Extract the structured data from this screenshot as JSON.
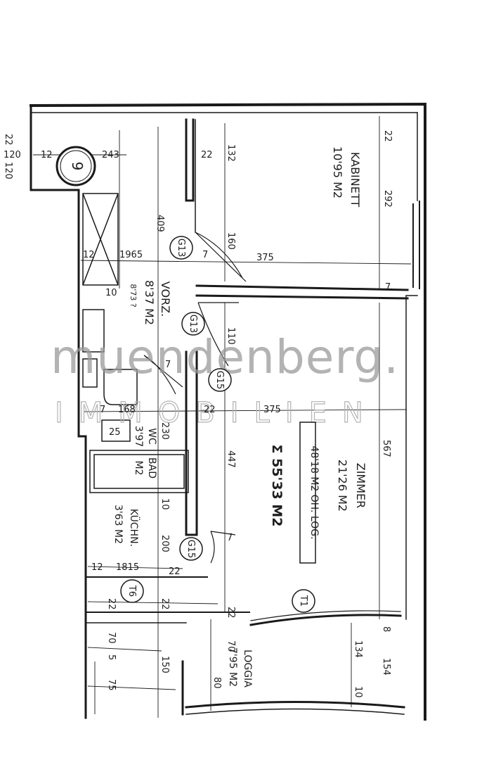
{
  "watermark": {
    "line1": "muendenberg.",
    "line2": "IMMOBILIEN"
  },
  "rooms": {
    "kabinett": {
      "name": "KABINETT",
      "area": "10'95 M2"
    },
    "vorzimmer": {
      "name": "VORZ.",
      "area": "8'37 M2",
      "note": "8'73 ?"
    },
    "zimmer": {
      "name": "ZIMMER",
      "area": "21'26 M2"
    },
    "wc": {
      "name": "WC",
      "area": "3'97"
    },
    "bad": {
      "name": "BAD",
      "area": "M2"
    },
    "kueche": {
      "name": "KÜCHN.",
      "area": "3'63 M2"
    },
    "loggia": {
      "name": "LOGGIA",
      "area": "7'95 M2"
    }
  },
  "totals": {
    "with_loggia": "48'18 M2 OH. LOG.",
    "sum": "Σ 55'33 M2"
  },
  "markers": {
    "shaft": "9",
    "g13a": "G13",
    "g13b": "G13",
    "g15a": "G15",
    "g15b": "G15",
    "t1": "T1",
    "t6": "T6"
  },
  "dims": {
    "d22a": "22",
    "d120a": "120",
    "d12a": "12",
    "d120b": "120",
    "d243": "243",
    "d22b": "22",
    "d132": "132",
    "d22c": "22",
    "d292": "292",
    "d409": "409",
    "d12b": "12",
    "d1965": "1965",
    "d7a": "7",
    "d160": "160",
    "d375a": "375",
    "d7b": "7",
    "d10a": "10",
    "d110": "110",
    "d7c": "7",
    "d7d": "7",
    "d168": "168",
    "d22d": "22",
    "d375b": "375",
    "d567": "567",
    "d25": "25",
    "d230": "230",
    "d447": "447",
    "d10b": "10",
    "d200": "200",
    "d7e": "7",
    "d12c": "12",
    "d1815": "1815",
    "d22e": "22",
    "d22f": "22",
    "d22g": "22",
    "d22h": "22",
    "d8": "8",
    "d70a": "70",
    "d5": "5",
    "d150": "150",
    "d70b": "70",
    "d134": "134",
    "d154": "154",
    "d75": "75",
    "d80": "80",
    "d10c": "10"
  }
}
